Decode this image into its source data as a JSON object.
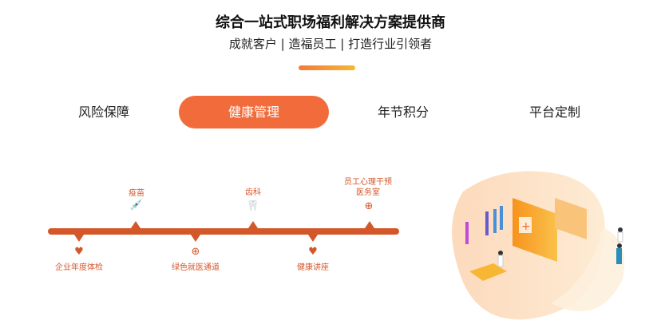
{
  "header": {
    "title": "综合一站式职场福利解决方案提供商",
    "subtitle": "成就客户 | 造福员工 | 打造行业引领者"
  },
  "tabs": [
    {
      "label": "风险保障"
    },
    {
      "label": "健康管理",
      "active": true
    },
    {
      "label": "年节积分"
    },
    {
      "label": "平台定制"
    }
  ],
  "timeline": {
    "above": [
      {
        "label": "疫苗",
        "icon": "syringe-icon"
      },
      {
        "label": "齿科",
        "icon": "tooth-icon"
      },
      {
        "label": "员工心理干预\n医务室",
        "line1": "员工心理干预",
        "line2": "医务室",
        "icon": "location-plus-icon"
      }
    ],
    "below": [
      {
        "label": "企业年度体检",
        "icon": "heart-icon"
      },
      {
        "label": "绿色就医通道",
        "icon": "location-plus-icon"
      },
      {
        "label": "健康讲座",
        "icon": "heart-icon"
      }
    ]
  },
  "colors": {
    "accent": "#f26b3a",
    "timeline": "#d4572a"
  }
}
